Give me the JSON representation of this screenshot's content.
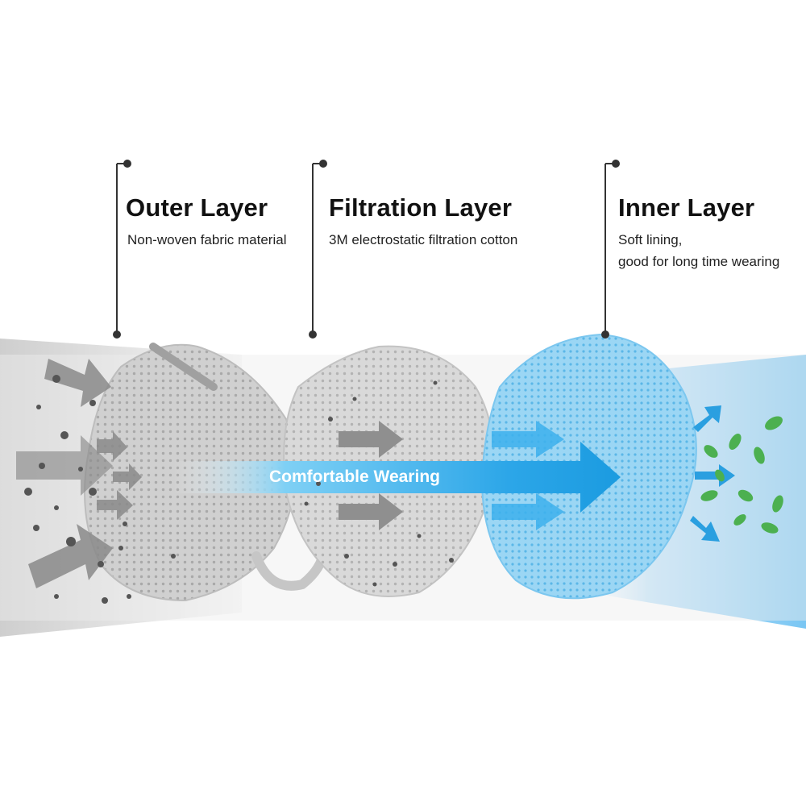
{
  "layers": [
    {
      "title": "Outer Layer",
      "description": [
        "Non-woven fabric material"
      ]
    },
    {
      "title": "Filtration Layer",
      "description": [
        "3M electrostatic filtration cotton"
      ]
    },
    {
      "title": "Inner Layer",
      "description": [
        "Soft lining,",
        "good for long time wearing"
      ]
    }
  ],
  "center_label": "Comfortable Wearing",
  "colors": {
    "text": "#111111",
    "leader_line": "#333333",
    "outer_layer": "#cfcfcf",
    "filtration_layer": "#d6d6d6",
    "inner_layer": "#8fd0f2",
    "airflow_arrow": "#2aa7e6",
    "leaf": "#4cb050"
  },
  "icons": [
    "dust-particle-icon",
    "airflow-arrow-icon",
    "leaf-icon"
  ]
}
